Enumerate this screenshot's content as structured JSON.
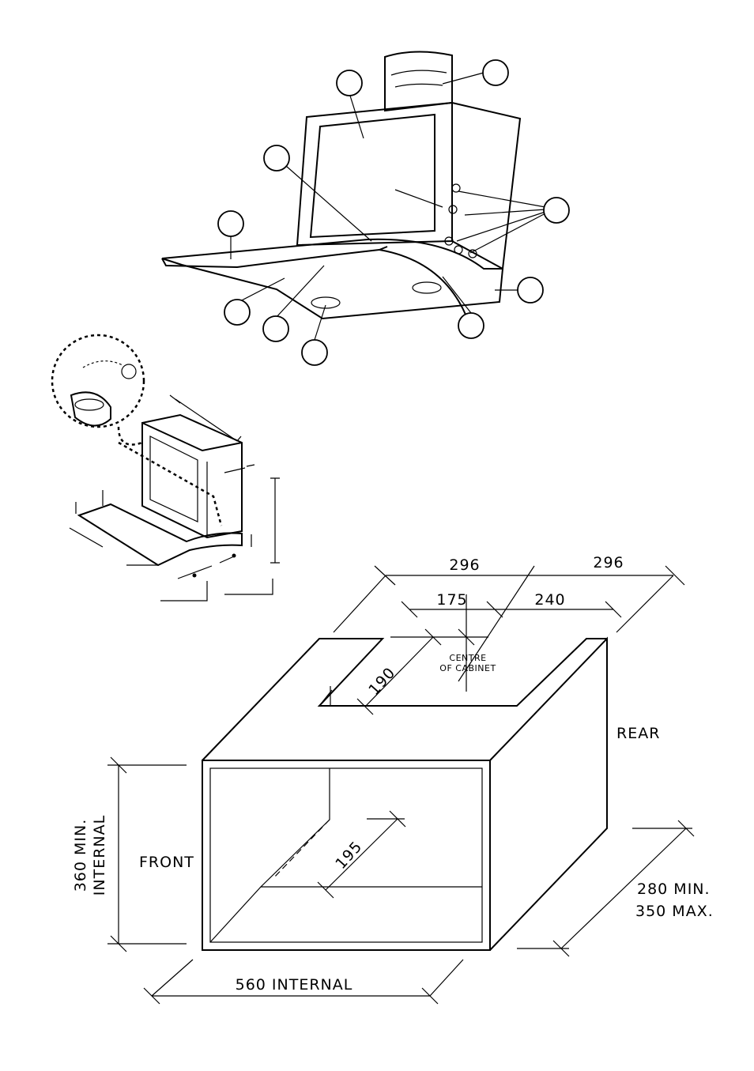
{
  "hood_callouts": [
    "",
    "",
    "",
    "",
    "",
    "",
    "",
    "",
    "",
    "",
    ""
  ],
  "cabinet": {
    "dim_296_left": "296",
    "dim_296_right": "296",
    "dim_175": "175",
    "dim_240": "240",
    "dim_190": "190",
    "centre_line1": "CENTRE",
    "centre_line2": "OF CABINET",
    "rear": "REAR",
    "front": "FRONT",
    "height_line1": "360 MIN.",
    "height_line2": "INTERNAL",
    "dim_195": "195",
    "depth_line1": "280  MIN.",
    "depth_line2": "350  MAX.",
    "width": "560  INTERNAL"
  }
}
